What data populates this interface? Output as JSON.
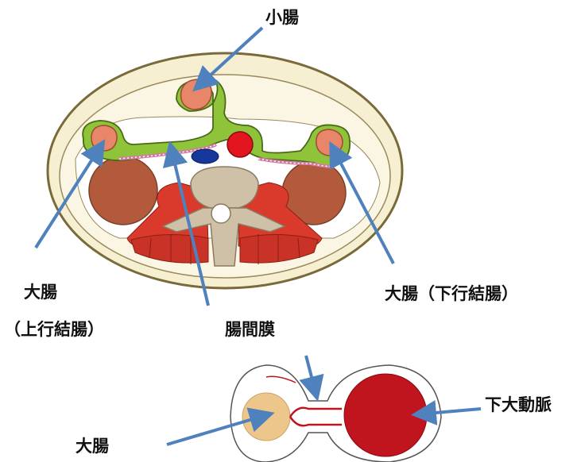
{
  "labels": {
    "small_intestine": "小腸",
    "large_intestine_left": "大腸",
    "ascending_colon": "（上行結腸）",
    "mesentery": "腸間膜",
    "descending_colon": "大腸（下行結腸）",
    "large_intestine_inset": "大腸",
    "aorta": "下大動脈"
  },
  "colors": {
    "arrow": "#4f81bd",
    "body_outline": "#7a6a3a",
    "body_fill": "#f6efd2",
    "mesentery_green": "#8fc33a",
    "intestine_salmon": "#e8866a",
    "kidney_brown": "#b35a3c",
    "muscle_red": "#d93a2b",
    "aorta_red": "#e3151f",
    "vein_blue": "#15389a",
    "vertebra_beige": "#cfc0a8",
    "inset_aorta": "#c0141e",
    "inset_colon": "#edc68c"
  }
}
